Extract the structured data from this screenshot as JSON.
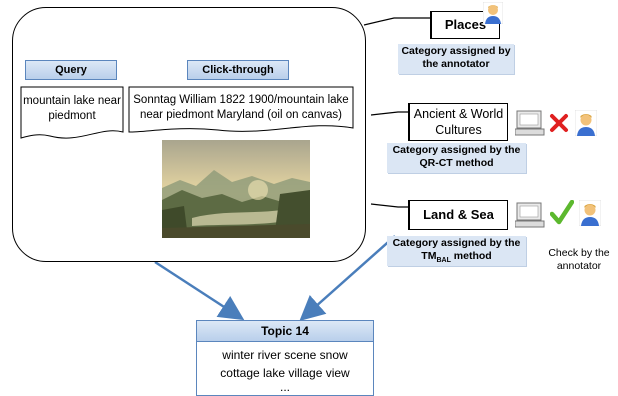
{
  "left_panel": {
    "query_label": "Query",
    "clickthrough_label": "Click-through",
    "query_text": "mountain lake near piedmont",
    "clickthrough_text": "Sonntag William 1822 1900/mountain lake near piedmont Maryland (oil on canvas)"
  },
  "categories": [
    {
      "name": "Places",
      "note": "Category assigned by the annotator",
      "source_icon": "annotator-person-icon",
      "verdict": ""
    },
    {
      "name": "Ancient & World Cultures",
      "note": "Category assigned by the QR-CT method",
      "source_icon": "computer-icon",
      "verdict": "incorrect-x-icon"
    },
    {
      "name": "Land & Sea",
      "note_prefix": "Category assigned by the ",
      "note_method": "TM",
      "note_method_sub": "BAL",
      "note_suffix": " method",
      "source_icon": "computer-icon",
      "verdict": "correct-check-icon"
    }
  ],
  "check_note": "Check by the annotator",
  "topic": {
    "title": "Topic 14",
    "words": "winter river scene snow cottage lake village view",
    "ellipsis": "..."
  },
  "colors": {
    "accent_blue": "#4f81bd",
    "label_fill": "#c6d9f1",
    "x_red": "#e02020",
    "check_green": "#5cb82e"
  }
}
